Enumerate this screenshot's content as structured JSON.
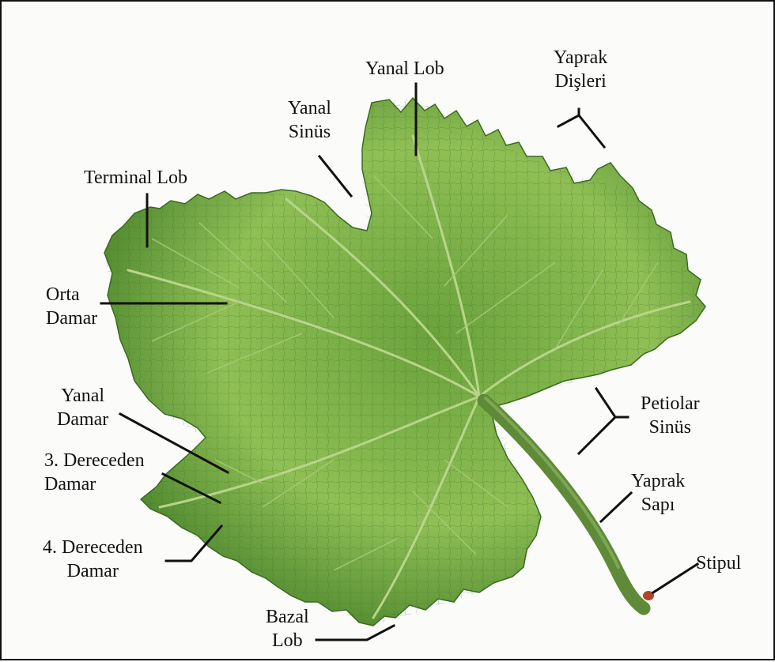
{
  "diagram": {
    "colors": {
      "leaf_dark": "#3f7a26",
      "leaf_mid": "#6aa23c",
      "leaf_light": "#8fbf55",
      "vein": "#b8d58a",
      "stem": "#5f8a38",
      "stipule": "#b0452a",
      "leader": "#111111"
    },
    "labels": {
      "yanal_lob": "Yanal Lob",
      "yaprak_disleri": {
        "line1": "Yaprak",
        "line2": "Dişleri"
      },
      "yanal_sinus": {
        "line1": "Yanal",
        "line2": "Sinüs"
      },
      "terminal_lob": "Terminal Lob",
      "orta_damar": {
        "line1": "Orta",
        "line2": "Damar"
      },
      "yanal_damar": {
        "line1": "Yanal",
        "line2": "Damar"
      },
      "ucuncu_derece_damar": {
        "line1": "3. Dereceden",
        "line2": "Damar"
      },
      "dorduncu_derece_damar": {
        "line1": "4. Dereceden",
        "line2": "Damar"
      },
      "bazal_lob": {
        "line1": "Bazal",
        "line2": "Lob"
      },
      "petiolar_sinus": {
        "line1": "Petiolar",
        "line2": "Sinüs"
      },
      "yaprak_sapi": {
        "line1": "Yaprak",
        "line2": "Sapı"
      },
      "stipul": "Stipul"
    }
  }
}
